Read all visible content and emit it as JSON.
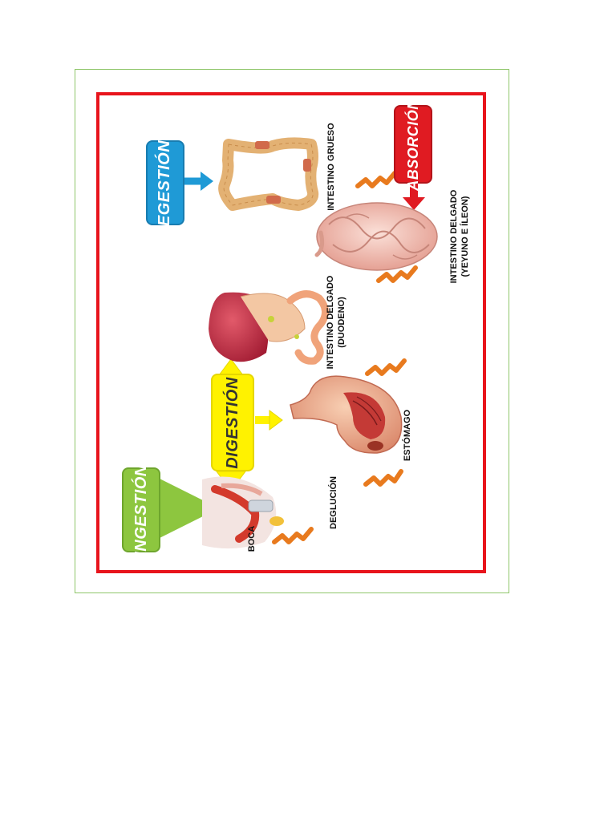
{
  "stages": {
    "ingestion": "INGESTIÓN",
    "digestion": "DIGESTIÓN",
    "egestion": "EGESTIÓN",
    "absorption": "ABSORCIÓN"
  },
  "organs": {
    "boca": "BOCA",
    "deglucion": "DEGLUCIÓN",
    "estomago": "ESTÓMAGO",
    "duodeno_line1": "INTESTINO DELGADO",
    "duodeno_line2": "(DUODENO)",
    "yeyuno_line1": "INTESTINO DELGADO",
    "yeyuno_line2": "(YEYUNO E ÍLEON)",
    "grueso": "INTESTINO GRUESO"
  },
  "colors": {
    "frame_red": "#e8141c",
    "outer_green": "#8fc66a",
    "ingestion_green": "#8dc63f",
    "digestion_yellow": "#fff200",
    "egestion_blue": "#1f9ad6",
    "absorption_red": "#e01b22",
    "squiggle_orange": "#e87a1e"
  }
}
